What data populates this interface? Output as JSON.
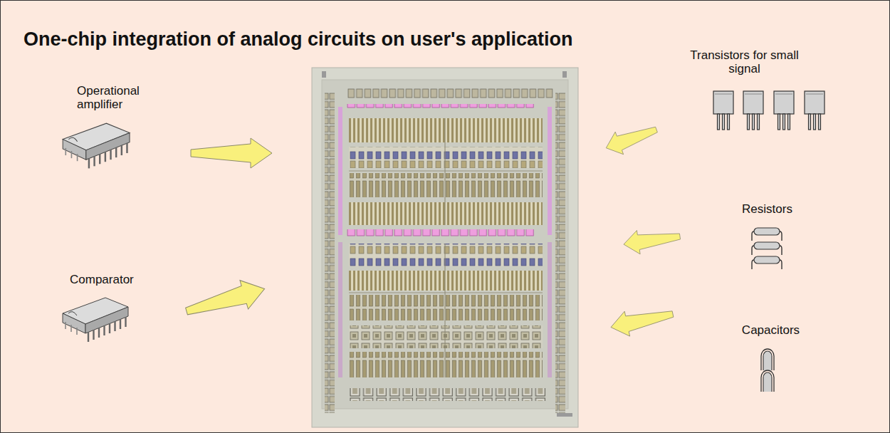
{
  "diagram": {
    "title": "One-chip integration of analog circuits on user's application",
    "labels": [
      "Operational amplifier",
      "Comparator",
      "Transistors for small signal",
      "Resistors",
      "Capacitors"
    ]
  }
}
